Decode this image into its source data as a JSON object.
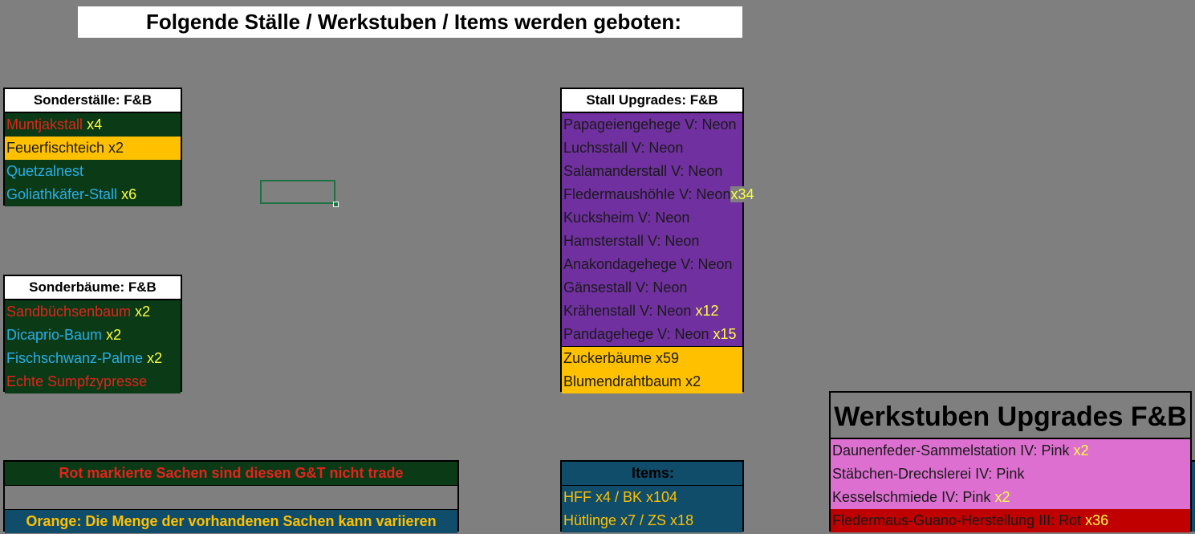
{
  "title": "Folgende Ställe / Werkstuben / Items werden geboten:",
  "sonderstaelle": {
    "header": "Sonderställe:  F&B",
    "rows": [
      {
        "name": "Muntjakstall",
        "qty": "x4"
      },
      {
        "name": "Feuerfischteich x2",
        "qty": ""
      },
      {
        "name": "Quetzalnest",
        "qty": ""
      },
      {
        "name": "Goliathkäfer-Stall",
        "qty": "x6"
      }
    ]
  },
  "sonderbaeume": {
    "header": "Sonderbäume: F&B",
    "rows": [
      {
        "name": "Sandbüchsenbaum",
        "qty": "x2"
      },
      {
        "name": "Dicaprio-Baum",
        "qty": "x2"
      },
      {
        "name": "Fischschwanz-Palme",
        "qty": "x2"
      },
      {
        "name": "Echte Sumpfzypresse",
        "qty": ""
      }
    ]
  },
  "stall_upgrades": {
    "header": "Stall Upgrades: F&B",
    "rows": [
      {
        "name": "Papageiengehege V: Neon",
        "qty": ""
      },
      {
        "name": "Luchsstall V: Neon",
        "qty": ""
      },
      {
        "name": "Salamanderstall V: Neon",
        "qty": ""
      },
      {
        "name": "Fledermaushöhle V: Neon",
        "qty": "x34"
      },
      {
        "name": "Kucksheim V: Neon",
        "qty": ""
      },
      {
        "name": "Hamsterstall V: Neon",
        "qty": ""
      },
      {
        "name": "Anakondagehege V: Neon",
        "qty": ""
      },
      {
        "name": "Gänsestall V: Neon",
        "qty": ""
      },
      {
        "name": "Krähenstall V: Neon",
        "qty": "x12"
      },
      {
        "name": "Pandagehege V: Neon",
        "qty": "x15"
      },
      {
        "name": "Zuckerbäume x59",
        "qty": ""
      },
      {
        "name": "Blumendrahtbaum x2",
        "qty": ""
      }
    ]
  },
  "items": {
    "header": "Items:",
    "rows": [
      "HFF x4 / BK x104",
      "Hütlinge x7  / ZS x18"
    ]
  },
  "notes": {
    "red_note": "Rot markierte Sachen sind diesen G&T nicht trade",
    "orange_note": "Orange: Die Menge der vorhandenen Sachen kann variieren"
  },
  "werkstuben": {
    "header": "Werkstuben Upgrades F&B",
    "rows": [
      {
        "name": "Daunenfeder-Sammelstation IV: Pink",
        "qty": "x2"
      },
      {
        "name": "Stäbchen-Drechslerei IV: Pink",
        "qty": ""
      },
      {
        "name": "Kesselschmiede IV: Pink",
        "qty": "x2"
      },
      {
        "name": "Fledermaus-Guano-Herstellung III: Rot",
        "qty": "x36"
      }
    ]
  },
  "colors": {
    "dark_green": "#0b3a17",
    "purple": "#7030a0",
    "orange": "#ffc000",
    "teal": "#0f4d6b",
    "pink": "#dc6fd0",
    "dark_red": "#c00000",
    "sheet_gray": "#7f7f7f"
  }
}
